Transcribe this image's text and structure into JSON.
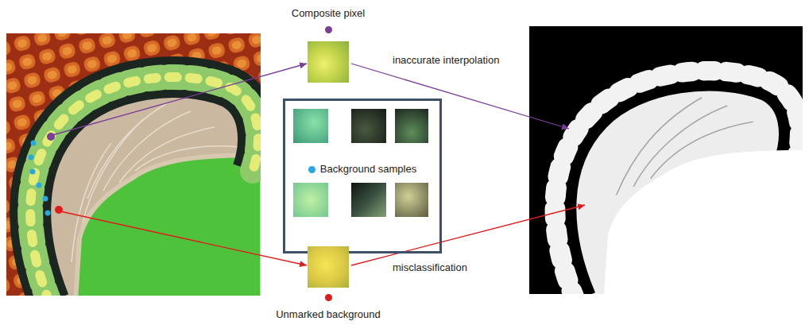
{
  "diagram": {
    "nodes": [
      {
        "text": [
          "Composite pixel"
        ]
      },
      {
        "text": [
          "Background samples"
        ]
      },
      {
        "text": [
          "Unmarked background"
        ]
      }
    ],
    "labels": [
      "inaccurate interpolation",
      "misclassification"
    ]
  }
}
